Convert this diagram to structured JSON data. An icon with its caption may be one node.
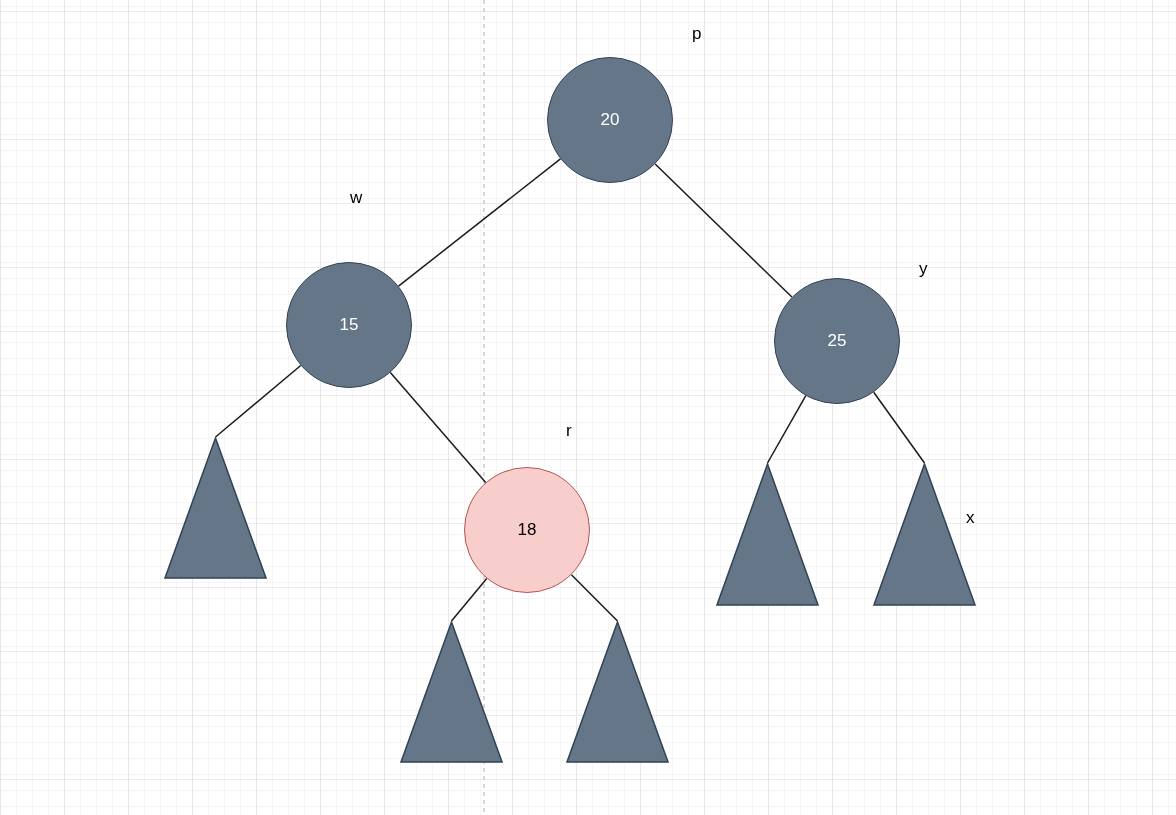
{
  "diagram": {
    "nodes": [
      {
        "text": [
          "20"
        ],
        "beside": [
          "p"
        ]
      },
      {
        "text": [
          "15"
        ],
        "beside": [
          "w"
        ]
      },
      {
        "text": [
          "25"
        ],
        "beside": [
          "y"
        ]
      },
      {
        "text": [],
        "shape": "triangle"
      },
      {
        "text": [
          "18"
        ],
        "beside": [
          "r"
        ]
      },
      {
        "text": [],
        "shape": "triangle"
      },
      {
        "text": [],
        "shape": "triangle",
        "beside": [
          "x"
        ]
      },
      {
        "text": [],
        "shape": "triangle"
      },
      {
        "text": [],
        "shape": "triangle"
      }
    ],
    "edges": [
      {
        "from": 0,
        "to": 1,
        "arrow": "none"
      },
      {
        "from": 0,
        "to": 2,
        "arrow": "none"
      },
      {
        "from": 1,
        "to": 3,
        "arrow": "none"
      },
      {
        "from": 1,
        "to": 4,
        "arrow": "none"
      },
      {
        "from": 2,
        "to": 5,
        "arrow": "none"
      },
      {
        "from": 2,
        "to": 6,
        "arrow": "none"
      },
      {
        "from": 4,
        "to": 7,
        "arrow": "none"
      },
      {
        "from": 4,
        "to": 8,
        "arrow": "none"
      }
    ]
  }
}
